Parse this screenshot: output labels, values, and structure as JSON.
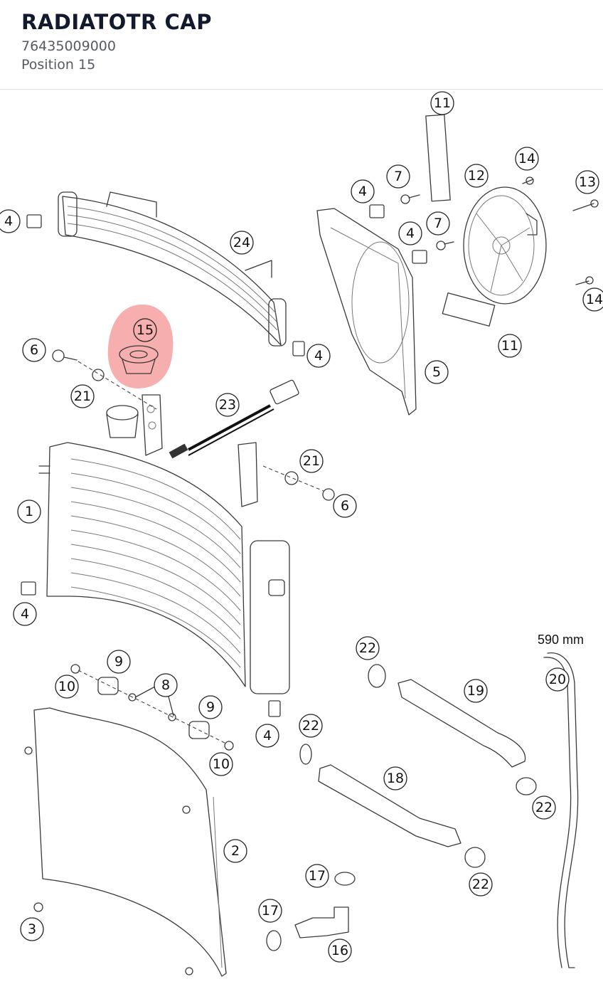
{
  "header": {
    "title": "RADIATOTR CAP",
    "part_number": "76435009000",
    "position": "Position 15"
  },
  "diagram": {
    "highlight": {
      "label": "15",
      "color": "#ef6b6b"
    },
    "dimension_note": "590 mm",
    "callouts": [
      "11",
      "14",
      "12",
      "13",
      "7",
      "4",
      "7",
      "4",
      "4",
      "24",
      "14",
      "15",
      "6",
      "4",
      "11",
      "5",
      "21",
      "23",
      "21",
      "6",
      "1",
      "4",
      "22",
      "590 mm",
      "20",
      "9",
      "8",
      "19",
      "10",
      "9",
      "22",
      "4",
      "10",
      "18",
      "22",
      "2",
      "17",
      "22",
      "17",
      "3",
      "16"
    ]
  }
}
